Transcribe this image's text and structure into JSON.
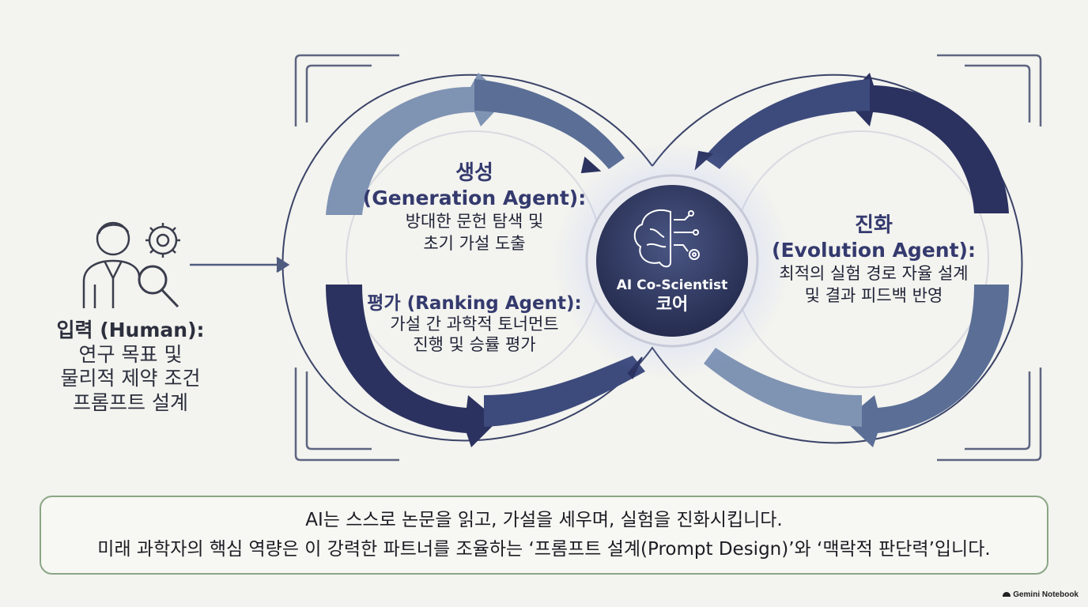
{
  "human": {
    "title": "입력 (Human):",
    "lines": [
      "연구 목표 및",
      "물리적 제약 조건",
      "프롬프트 설계"
    ]
  },
  "generation": {
    "title_ko": "생성",
    "title_en": "(Generation Agent):",
    "lines": [
      "방대한 문헌 탐색 및",
      "초기 가설 도출"
    ]
  },
  "ranking": {
    "title": "평가 (Ranking Agent):",
    "lines": [
      "가설 간 과학적 토너먼트",
      "진행 및 승률 평가"
    ]
  },
  "evolution": {
    "title_ko": "진화",
    "title_en": "(Evolution Agent):",
    "lines": [
      "최적의 실험 경로 자율 설계",
      "및 결과 피드백 반영"
    ]
  },
  "core": {
    "title": "AI Co-Scientist",
    "subtitle": "코어",
    "icon": "brain-circuit-icon"
  },
  "summary": {
    "line1": "AI는 스스로 논문을 읽고, 가설을 세우며, 실험을 진화시킵니다.",
    "line2": "미래 과학자의 핵심 역량은 이 강력한 파트너를 조율하는 ‘프롬프트 설계(Prompt Design)’와 ‘맥락적 판단력’입니다."
  },
  "watermark": "Gemini Notebook",
  "colors": {
    "navy": "#2b3260",
    "slate": "#4f6489",
    "frame": "#5d6580",
    "summary_border": "#8aa686",
    "background": "#f3f3ef"
  }
}
